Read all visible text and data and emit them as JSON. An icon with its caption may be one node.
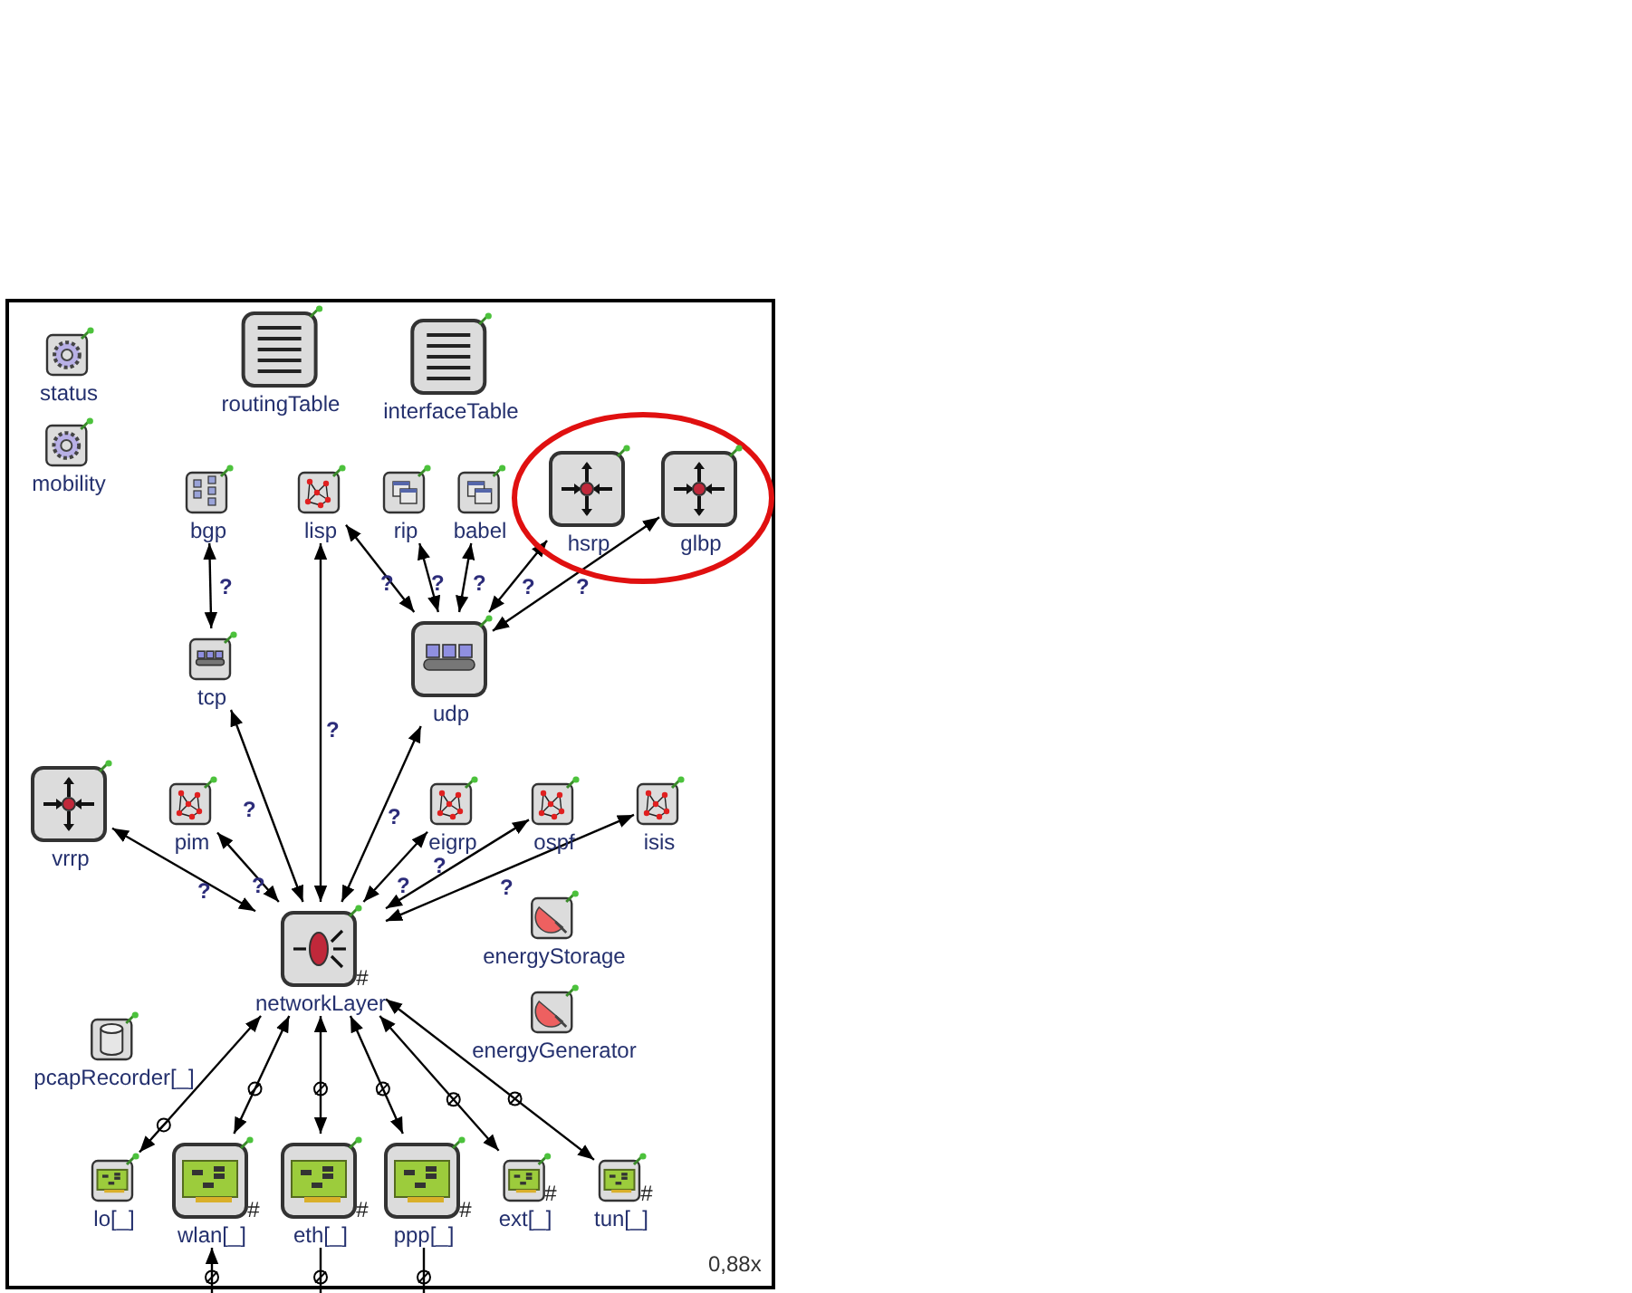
{
  "diagram": {
    "nodes": [
      {
        "text": [
          "status"
        ]
      },
      {
        "text": [
          "routingTable"
        ]
      },
      {
        "text": [
          "interfaceTable"
        ]
      },
      {
        "text": [
          "mobility"
        ]
      },
      {
        "text": [
          "bgp"
        ]
      },
      {
        "text": [
          "lisp"
        ]
      },
      {
        "text": [
          "rip"
        ]
      },
      {
        "text": [
          "babel"
        ]
      },
      {
        "text": [
          "hsrp"
        ]
      },
      {
        "text": [
          "glbp"
        ]
      },
      {
        "text": [
          "tcp"
        ]
      },
      {
        "text": [
          "udp"
        ]
      },
      {
        "text": [
          "vrrp"
        ]
      },
      {
        "text": [
          "pim"
        ]
      },
      {
        "text": [
          "eigrp"
        ]
      },
      {
        "text": [
          "ospf"
        ]
      },
      {
        "text": [
          "isis"
        ]
      },
      {
        "text": [
          "energyStorage"
        ]
      },
      {
        "text": [
          "networkLayer"
        ],
        "beside": [
          "#"
        ]
      },
      {
        "text": [
          "energyGenerator"
        ]
      },
      {
        "text": [
          "pcapRecorder[_]"
        ]
      },
      {
        "text": [
          "lo[_]"
        ]
      },
      {
        "text": [
          "wlan[_]"
        ],
        "beside": [
          "#"
        ]
      },
      {
        "text": [
          "eth[_]"
        ],
        "beside": [
          "#"
        ]
      },
      {
        "text": [
          "ppp[_]"
        ],
        "beside": [
          "#"
        ]
      },
      {
        "text": [
          "ext[_]"
        ],
        "beside": [
          "#"
        ]
      },
      {
        "text": [
          "tun[_]"
        ],
        "beside": [
          "#"
        ]
      }
    ],
    "edges": [
      {
        "from": 4,
        "to": 10,
        "arrow": "both",
        "label": "?"
      },
      {
        "from": 5,
        "to": 18,
        "arrow": "both",
        "label": "?"
      },
      {
        "from": 5,
        "to": 11,
        "arrow": "both",
        "label": "?"
      },
      {
        "from": 6,
        "to": 11,
        "arrow": "both",
        "label": "?"
      },
      {
        "from": 7,
        "to": 11,
        "arrow": "both",
        "label": "?"
      },
      {
        "from": 8,
        "to": 11,
        "arrow": "both",
        "label": "?"
      },
      {
        "from": 9,
        "to": 11,
        "arrow": "both",
        "label": "?"
      },
      {
        "from": 10,
        "to": 18,
        "arrow": "both",
        "label": "?"
      },
      {
        "from": 11,
        "to": 18,
        "arrow": "both",
        "label": "?"
      },
      {
        "from": 12,
        "to": 18,
        "arrow": "both",
        "label": "?"
      },
      {
        "from": 13,
        "to": 18,
        "arrow": "both",
        "label": "?"
      },
      {
        "from": 14,
        "to": 18,
        "arrow": "both",
        "label": "?"
      },
      {
        "from": 15,
        "to": 18,
        "arrow": "both",
        "label": "?"
      },
      {
        "from": 16,
        "to": 18,
        "arrow": "both",
        "label": "?"
      },
      {
        "from": 18,
        "to": 21,
        "arrow": "both"
      },
      {
        "from": 18,
        "to": 22,
        "arrow": "both"
      },
      {
        "from": 18,
        "to": 23,
        "arrow": "both"
      },
      {
        "from": 18,
        "to": 24,
        "arrow": "both"
      },
      {
        "from": 18,
        "to": 25,
        "arrow": "both"
      },
      {
        "from": 18,
        "to": 26,
        "arrow": "both"
      },
      {
        "from": null,
        "to": 22,
        "arrow": "to"
      },
      {
        "from": null,
        "to": 23,
        "arrow": "none"
      },
      {
        "from": null,
        "to": 24,
        "arrow": "none"
      }
    ],
    "labels": [
      "0,88x"
    ]
  }
}
